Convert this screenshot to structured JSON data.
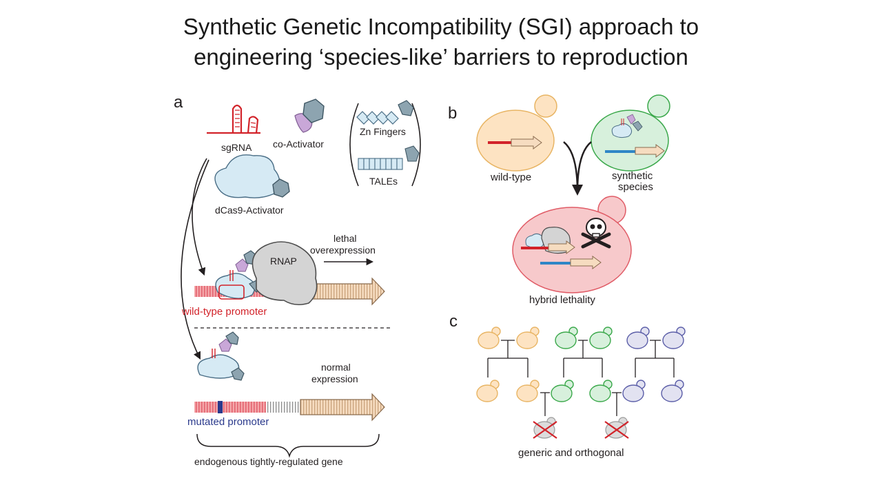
{
  "title": {
    "line1": "Synthetic Genetic Incompatibility (SGI) approach to",
    "line2": "engineering ‘species-like’ barriers to reproduction"
  },
  "panel_a": {
    "letter": "a",
    "sgrna": "sgRNA",
    "coactivator": "co-Activator",
    "zn_fingers": "Zn Fingers",
    "tales": "TALEs",
    "dcas9": "dCas9-Activator",
    "rnap": "RNAP",
    "lethal_1": "lethal",
    "lethal_2": "overexpression",
    "wt_promoter": "wild-type promoter",
    "normal_1": "normal",
    "normal_2": "expression",
    "mutated_promoter": "mutated promoter",
    "endogenous": "endogenous tightly-regulated gene"
  },
  "panel_b": {
    "letter": "b",
    "wild_type": "wild-type",
    "synthetic_1": "synthetic",
    "synthetic_2": "species",
    "hybrid": "hybrid lethality"
  },
  "panel_c": {
    "letter": "c",
    "caption": "generic and orthogonal"
  },
  "colors": {
    "red": "#d2232a",
    "orange_fill": "#fde3c2",
    "orange_stroke": "#e8b463",
    "green_fill": "#d7f0dc",
    "green_stroke": "#3aa84a",
    "purple_fill": "#e2e2f1",
    "purple_stroke": "#5b5ea8",
    "pink_fill": "#f7c9cb",
    "pink_stroke": "#e05b66",
    "light_blue": "#d6eaf4",
    "blue": "#2f86c6",
    "navy": "#2b3a8c",
    "text": "#231f20"
  }
}
